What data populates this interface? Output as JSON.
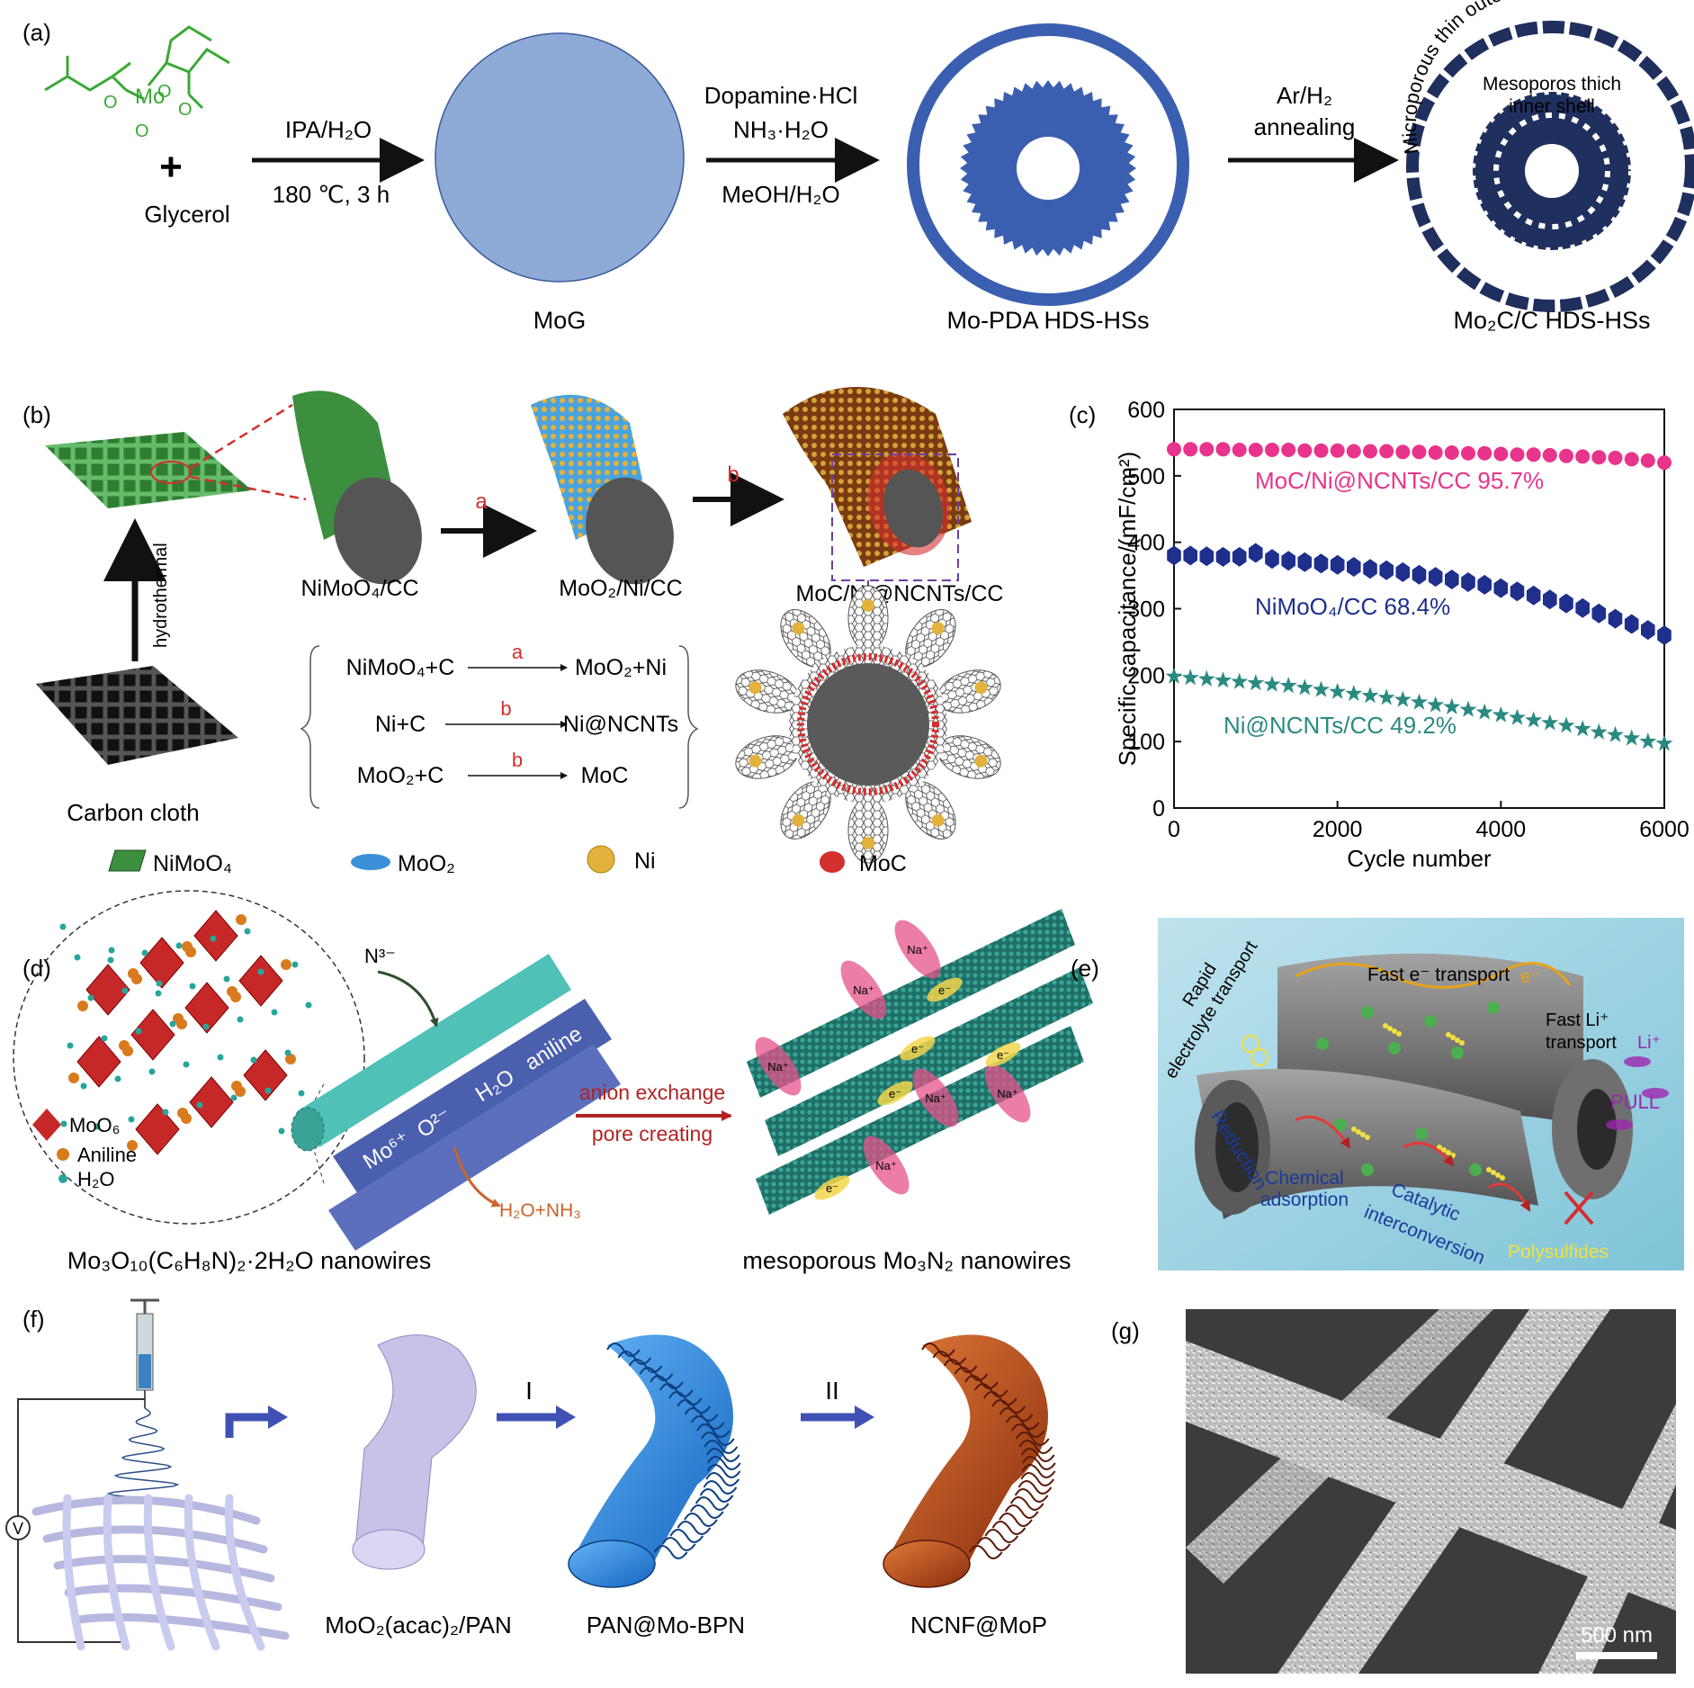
{
  "panels": {
    "a": {
      "label": "(a)",
      "reactant_glycerol": "Glycerol",
      "plus": "+",
      "mo_atom": "Mo",
      "step1_top": "IPA/H₂O",
      "step1_bottom": "180 ℃, 3 h",
      "step2_top1": "Dopamine·HCl",
      "step2_top2": "NH₃·H₂O",
      "step2_bottom": "MeOH/H₂O",
      "step3_top1": "Ar/H₂",
      "step3_top2": "annealing",
      "product1": "MoG",
      "product2": "Mo-PDA HDS-HSs",
      "product3": "Mo₂C/C HDS-HSs",
      "outer_shell_label": "Microporous thin outer shell",
      "inner_shell_label1": "Mesoporos thich",
      "inner_shell_label2": "inner shell",
      "colors": {
        "green": "#3aa935",
        "mog": "#8eaad6",
        "pda": "#3b5fb0",
        "mo2c": "#1f2f5e"
      }
    },
    "b": {
      "label": "(b)",
      "hydrothermal": "hydrothermal",
      "carbon_cloth": "Carbon cloth",
      "nimoo4_cc": "NiMoO₄/CC",
      "moo2_ni_cc": "MoO₂/Ni/CC",
      "moc_ni_ncnts_cc": "MoC/Ni@NCNTs/CC",
      "arrow_a": "a",
      "arrow_b": "b",
      "reactions": [
        {
          "left": "NiMoO₄+C",
          "cond": "a",
          "right": "MoO₂+Ni"
        },
        {
          "left": "Ni+C",
          "cond": "b",
          "right": "Ni@NCNTs"
        },
        {
          "left": "MoO₂+C",
          "cond": "b",
          "right": "MoC"
        }
      ],
      "legend": [
        "NiMoO₄",
        "MoO₂",
        "Ni",
        "MoC"
      ]
    },
    "c": {
      "label": "(c)"
    },
    "d": {
      "label": "(d)",
      "legend_moo6": "MoO₆",
      "legend_aniline": "Aniline",
      "legend_h2o": "H₂O",
      "n3": "N³⁻",
      "rod_text": [
        "Mo⁶⁺",
        "O²⁻",
        "H₂O",
        "aniline"
      ],
      "arrow_top": "anion exchange",
      "arrow_bottom": "pore creating",
      "byproduct": "H₂O+NH₃",
      "left_caption": "Mo₃O₁₀(C₆H₈N)₂·2H₂O nanowires",
      "right_caption": "mesoporous Mo₃N₂ nanowires",
      "ion_na": "Na⁺",
      "ion_e": "e⁻"
    },
    "e": {
      "label": "(e)",
      "rapid1": "Rapid",
      "rapid2": "electrolyte transport",
      "fast_e": "Fast e⁻ transport",
      "fast_li1": "Fast Li⁺",
      "fast_li2": "transport",
      "li": "Li⁺",
      "pull": "PULL",
      "reduction": "Reduction",
      "chem1": "Chemical",
      "chem2": "adsorption",
      "cat1": "Catalytic",
      "cat2": "interconversion",
      "polysulfides": "Polysulfides",
      "e_small": "e⁻"
    },
    "f": {
      "label": "(f)",
      "volt": "V",
      "step1": "I",
      "step2": "II",
      "p1": "MoO₂(acac)₂/PAN",
      "p2": "PAN@Mo-BPN",
      "p3": "NCNF@MoP"
    },
    "g": {
      "label": "(g)",
      "scale": "500 nm"
    }
  },
  "chart_data": {
    "type": "scatter",
    "xlabel": "Cycle number",
    "ylabel": "Specific capacitance/(mF/cm²)",
    "xlim": [
      0,
      6000
    ],
    "ylim": [
      0,
      600
    ],
    "xticks": [
      0,
      2000,
      4000,
      6000
    ],
    "yticks": [
      0,
      100,
      200,
      300,
      400,
      500,
      600
    ],
    "series": [
      {
        "name": "MoC/Ni@NCNTs/CC 95.7%",
        "color": "#e8348a",
        "marker": "circle",
        "x": [
          0,
          200,
          400,
          600,
          800,
          1000,
          1200,
          1400,
          1600,
          1800,
          2000,
          2200,
          2400,
          2600,
          2800,
          3000,
          3200,
          3400,
          3600,
          3800,
          4000,
          4200,
          4400,
          4600,
          4800,
          5000,
          5200,
          5400,
          5600,
          5800,
          6000
        ],
        "y": [
          540,
          540,
          540,
          540,
          539,
          539,
          539,
          539,
          538,
          538,
          538,
          537,
          537,
          537,
          536,
          536,
          535,
          535,
          534,
          534,
          533,
          532,
          532,
          531,
          530,
          529,
          528,
          527,
          525,
          523,
          520
        ]
      },
      {
        "name": "NiMoO₄/CC 68.4%",
        "color": "#1e2f8c",
        "marker": "hexagon",
        "x": [
          0,
          200,
          400,
          600,
          800,
          1000,
          1200,
          1400,
          1600,
          1800,
          2000,
          2200,
          2400,
          2600,
          2800,
          3000,
          3200,
          3400,
          3600,
          3800,
          4000,
          4200,
          4400,
          4600,
          4800,
          5000,
          5200,
          5400,
          5600,
          5800,
          6000
        ],
        "y": [
          380,
          380,
          379,
          378,
          378,
          384,
          375,
          372,
          370,
          368,
          366,
          363,
          360,
          358,
          355,
          351,
          348,
          344,
          340,
          336,
          331,
          326,
          320,
          314,
          308,
          301,
          293,
          285,
          277,
          268,
          260
        ]
      },
      {
        "name": "Ni@NCNTs/CC 49.2%",
        "color": "#2a8a80",
        "marker": "star",
        "x": [
          0,
          200,
          400,
          600,
          800,
          1000,
          1200,
          1400,
          1600,
          1800,
          2000,
          2200,
          2400,
          2600,
          2800,
          3000,
          3200,
          3400,
          3600,
          3800,
          4000,
          4200,
          4400,
          4600,
          4800,
          5000,
          5200,
          5400,
          5600,
          5800,
          6000
        ],
        "y": [
          198,
          196,
          194,
          192,
          190,
          188,
          186,
          184,
          181,
          178,
          175,
          172,
          169,
          166,
          163,
          159,
          155,
          152,
          148,
          144,
          140,
          136,
          132,
          128,
          124,
          119,
          114,
          110,
          105,
          100,
          97
        ]
      }
    ]
  }
}
